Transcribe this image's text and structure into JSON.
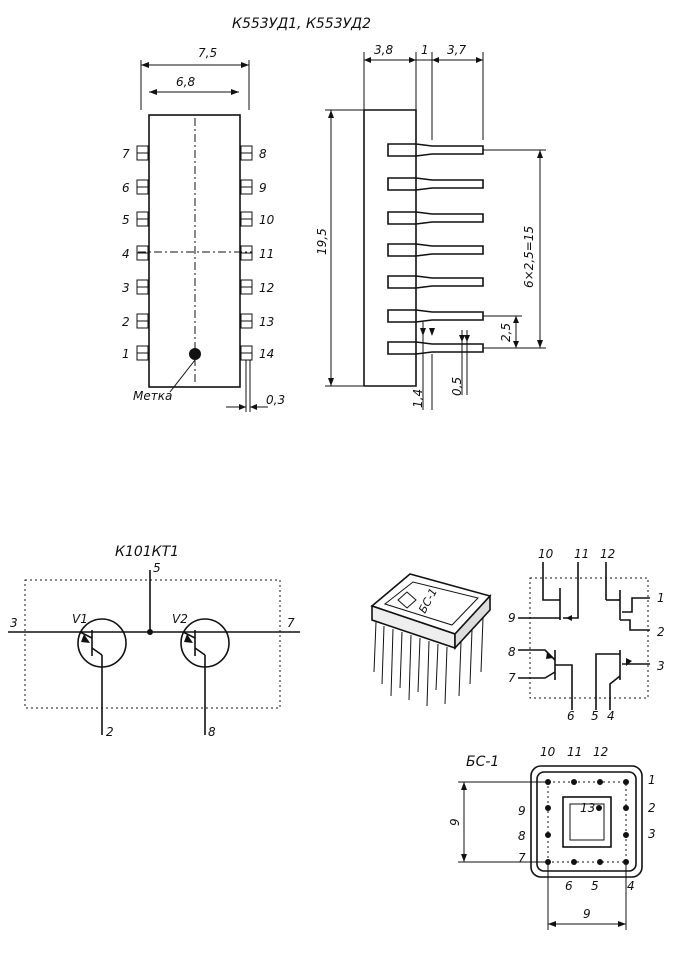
{
  "top_title": "К553УД1, К553УД2",
  "dip": {
    "dims": {
      "outer_width": "7,5",
      "body_width": "6,8",
      "lead": "0,3"
    },
    "left_pins": [
      "7",
      "6",
      "5",
      "4",
      "3",
      "2",
      "1"
    ],
    "right_pins": [
      "8",
      "9",
      "10",
      "11",
      "12",
      "13",
      "14"
    ],
    "marker_label": "Метка"
  },
  "side": {
    "dims": {
      "a": "3,8",
      "b": "1",
      "c": "3,7",
      "height": "19,5",
      "pitch_total": "6×2,5=15",
      "pitch": "2,5",
      "lead_w": "1,4",
      "lead_t": "0,5"
    }
  },
  "kt": {
    "title": "К101КТ1",
    "pins": {
      "left": "3",
      "top": "5",
      "right": "7",
      "bottom_left": "2",
      "bottom_right": "8"
    },
    "transistors": [
      "V1",
      "V2"
    ]
  },
  "package_3d": {
    "marking": "БС-1"
  },
  "pinout": {
    "top_pins": [
      "10",
      "11",
      "12"
    ],
    "right_pins": [
      "1",
      "2",
      "3"
    ],
    "left_pins": [
      "9",
      "8",
      "7"
    ],
    "bottom_pins": [
      "6",
      "5",
      "4"
    ]
  },
  "bs": {
    "title": "БС-1",
    "top_pins": [
      "10",
      "11",
      "12"
    ],
    "right_pins": [
      "1",
      "2",
      "3"
    ],
    "left_pins": [
      "9",
      "8",
      "7"
    ],
    "bottom_pins": [
      "6",
      "5",
      "4"
    ],
    "center_pin": "13",
    "dim_v": "9",
    "dim_h": "9"
  }
}
